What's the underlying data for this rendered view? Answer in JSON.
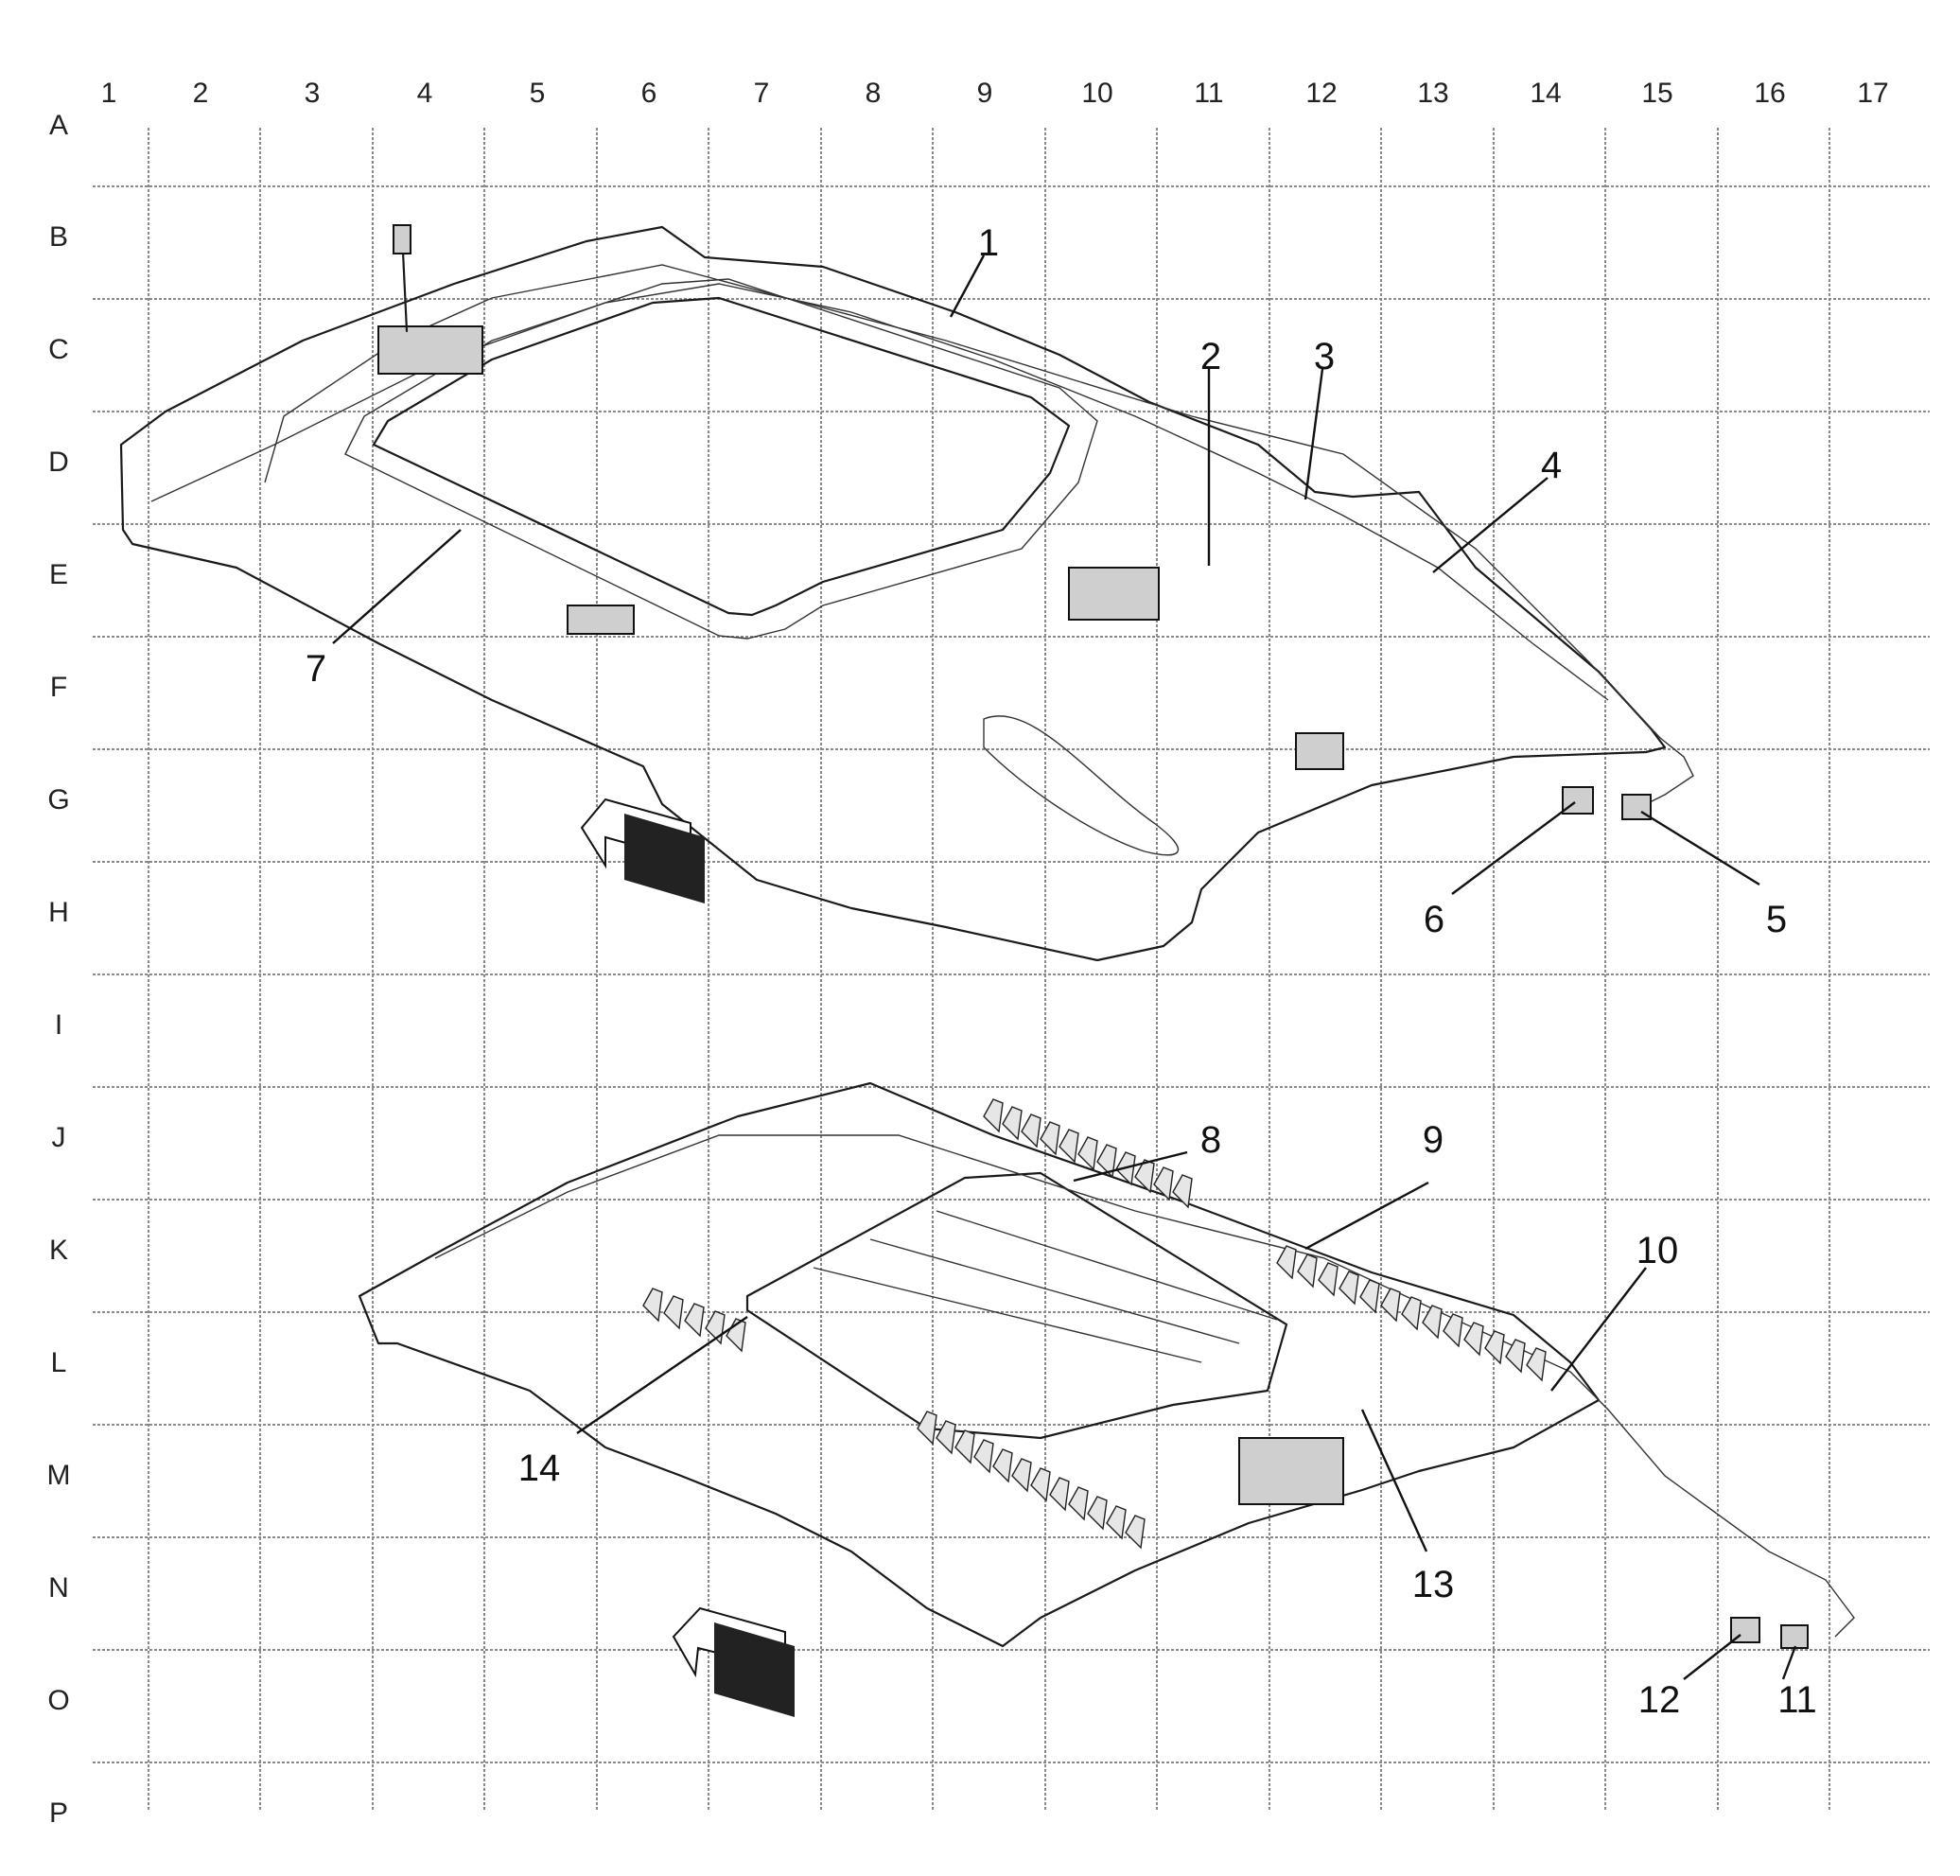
{
  "grid": {
    "columns": [
      "1",
      "2",
      "3",
      "4",
      "5",
      "6",
      "7",
      "8",
      "9",
      "10",
      "11",
      "12",
      "13",
      "14",
      "15",
      "16",
      "17"
    ],
    "rows": [
      "A",
      "B",
      "C",
      "D",
      "E",
      "F",
      "G",
      "H",
      "I",
      "J",
      "K",
      "L",
      "M",
      "N",
      "O",
      "P"
    ]
  },
  "callouts": [
    {
      "id": "1",
      "label": "1"
    },
    {
      "id": "2",
      "label": "2"
    },
    {
      "id": "3",
      "label": "3"
    },
    {
      "id": "4",
      "label": "4"
    },
    {
      "id": "5",
      "label": "5"
    },
    {
      "id": "6",
      "label": "6"
    },
    {
      "id": "7",
      "label": "7"
    },
    {
      "id": "8",
      "label": "8"
    },
    {
      "id": "9",
      "label": "9"
    },
    {
      "id": "10",
      "label": "10"
    },
    {
      "id": "11",
      "label": "11"
    },
    {
      "id": "12",
      "label": "12"
    },
    {
      "id": "13",
      "label": "13"
    },
    {
      "id": "14",
      "label": "14"
    }
  ],
  "icons": [
    "front-direction-arrow-icon"
  ]
}
